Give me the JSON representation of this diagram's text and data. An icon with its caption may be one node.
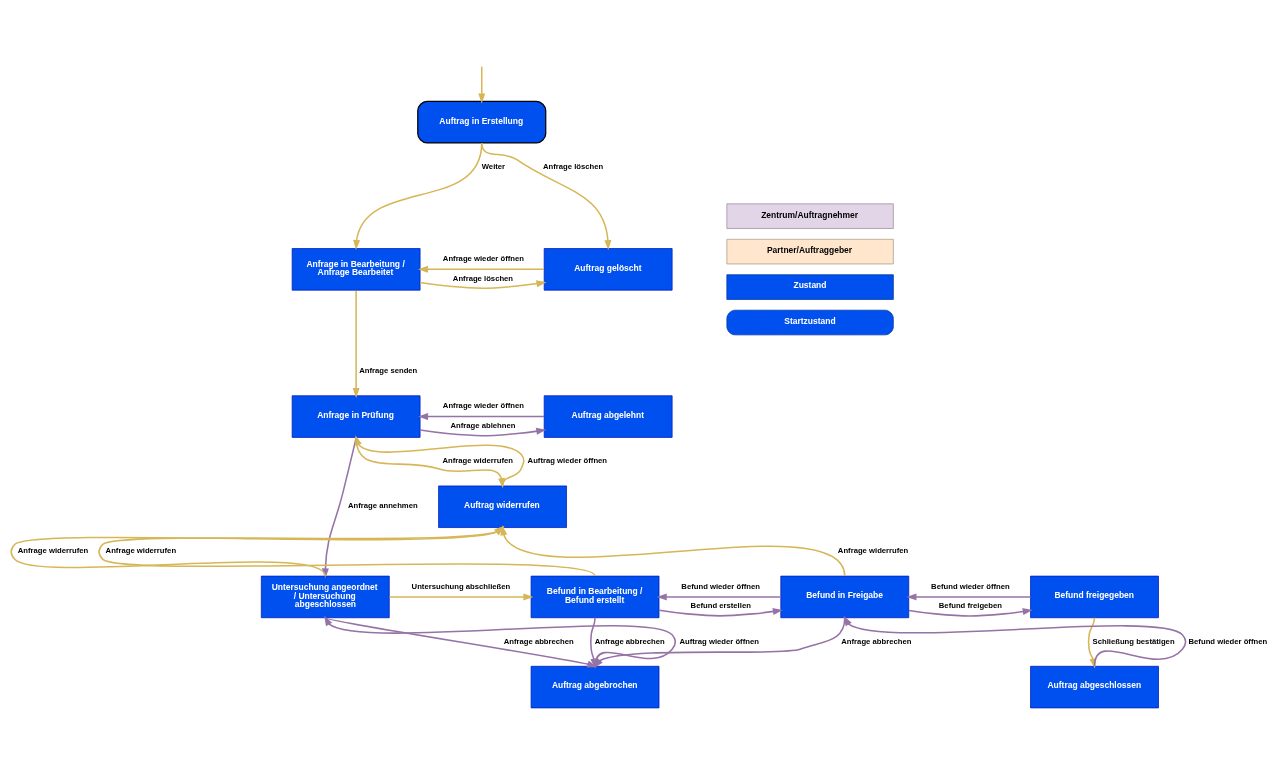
{
  "diagram": {
    "nodes": [
      {
        "text": [
          "Auftrag in Erstellung"
        ]
      },
      {
        "text": [
          "Anfrage in Bearbeitung / Anfrage Bearbeitet"
        ]
      },
      {
        "text": [
          "Auftrag gelöscht"
        ]
      },
      {
        "text": [
          "Anfrage in Prüfung"
        ]
      },
      {
        "text": [
          "Auftrag abgelehnt"
        ]
      },
      {
        "text": [
          "Auftrag widerrufen"
        ]
      },
      {
        "text": [
          "Untersuchung angeordnet / Untersuchung abgeschlossen"
        ]
      },
      {
        "text": [
          "Befund in Bearbeitung / Befund erstellt"
        ]
      },
      {
        "text": [
          "Befund in Freigabe"
        ]
      },
      {
        "text": [
          "Befund freigegeben"
        ]
      },
      {
        "text": [
          "Auftrag abgebrochen"
        ]
      },
      {
        "text": [
          "Auftrag abgeschlossen"
        ]
      }
    ],
    "edges": [
      {
        "from": null,
        "to": 0,
        "arrow": "to"
      },
      {
        "from": 0,
        "to": 2,
        "arrow": "to",
        "label": "Anfrage löschen"
      },
      {
        "from": 0,
        "to": 1,
        "arrow": "to",
        "label": "Weiter"
      },
      {
        "from": 1,
        "to": 2,
        "arrow": "to",
        "label": "Anfrage löschen"
      },
      {
        "from": 2,
        "to": 1,
        "arrow": "to",
        "label": "Anfrage wieder öffnen"
      },
      {
        "from": 1,
        "to": 3,
        "arrow": "to",
        "label": "Anfrage senden"
      },
      {
        "from": 3,
        "to": 4,
        "arrow": "to",
        "label": "Anfrage ablehnen",
        "color": "#9673a6"
      },
      {
        "from": 4,
        "to": 3,
        "arrow": "to",
        "label": "Anfrage wieder öffnen",
        "color": "#9673a6"
      },
      {
        "from": 3,
        "to": 6,
        "arrow": "to",
        "label": "Anfrage annehmen",
        "color": "#9673a6"
      },
      {
        "from": 3,
        "to": 5,
        "arrow": "to",
        "label": "Anfrage widerrufen"
      },
      {
        "from": 5,
        "to": 3,
        "arrow": "to",
        "label": "Auftrag wieder öffnen"
      },
      {
        "from": 6,
        "to": 5,
        "arrow": "to",
        "label": "Anfrage widerrufen"
      },
      {
        "from": 7,
        "to": 5,
        "arrow": "to",
        "label": "Anfrage widerrufen"
      },
      {
        "from": 8,
        "to": 5,
        "arrow": "to",
        "label": "Anfrage widerrufen"
      },
      {
        "from": 6,
        "to": 7,
        "arrow": "to",
        "label": "Untersuchung abschließen"
      },
      {
        "from": 7,
        "to": 8,
        "arrow": "to",
        "label": "Befund erstellen",
        "color": "#9673a6"
      },
      {
        "from": 8,
        "to": 7,
        "arrow": "to",
        "label": "Befund wieder öffnen",
        "color": "#9673a6"
      },
      {
        "from": 8,
        "to": 9,
        "arrow": "to",
        "label": "Befund freigeben",
        "color": "#9673a6"
      },
      {
        "from": 9,
        "to": 8,
        "arrow": "to",
        "label": "Befund wieder öffnen",
        "color": "#9673a6"
      },
      {
        "from": 9,
        "to": 11,
        "arrow": "to",
        "label": "Schließung bestätigen"
      },
      {
        "from": 11,
        "to": 8,
        "arrow": "to",
        "label": "Befund wieder öffnen",
        "color": "#9673a6"
      },
      {
        "from": 6,
        "to": 10,
        "arrow": "to",
        "label": "Anfrage abbrechen",
        "color": "#9673a6"
      },
      {
        "from": 7,
        "to": 10,
        "arrow": "to",
        "label": "Anfrage abbrechen",
        "color": "#9673a6"
      },
      {
        "from": 8,
        "to": 10,
        "arrow": "to",
        "label": "Anfrage abbrechen",
        "color": "#9673a6"
      },
      {
        "from": 10,
        "to": 6,
        "arrow": "to",
        "label": "Auftrag wieder öffnen",
        "color": "#9673a6"
      }
    ],
    "legend": [
      {
        "text": "Zentrum/Auftragnehmer",
        "color": "#e1d5e7"
      },
      {
        "text": "Partner/Auftraggeber",
        "color": "#ffe6cc"
      },
      {
        "text": "Zustand",
        "color": "#0050ef"
      },
      {
        "text": "Startzustand",
        "color": "#0050ef"
      }
    ]
  }
}
